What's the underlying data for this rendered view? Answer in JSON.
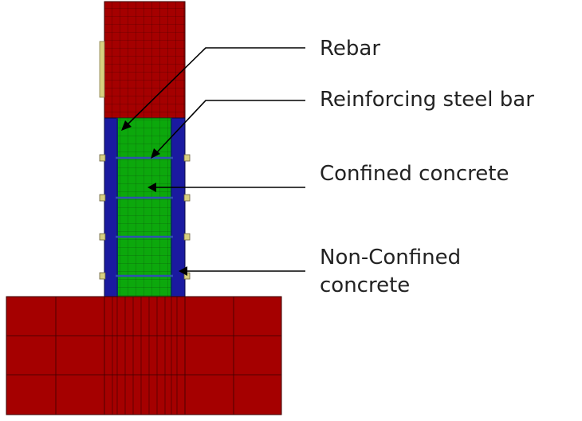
{
  "labels": {
    "rebar": "Rebar",
    "steel_bar": "Reinforcing steel bar",
    "confined": "Confined concrete",
    "non_confined_line1": "Non-Confined",
    "non_confined_line2": "concrete"
  },
  "colors": {
    "column_block": "#A50000",
    "confined_concrete": "#0CA80C",
    "non_confined_concrete": "#1A1AA0",
    "mesh_line": "#3A0000",
    "tie_bar": "#3050B0",
    "bar_end": "#D8D080",
    "leader": "#000000"
  }
}
